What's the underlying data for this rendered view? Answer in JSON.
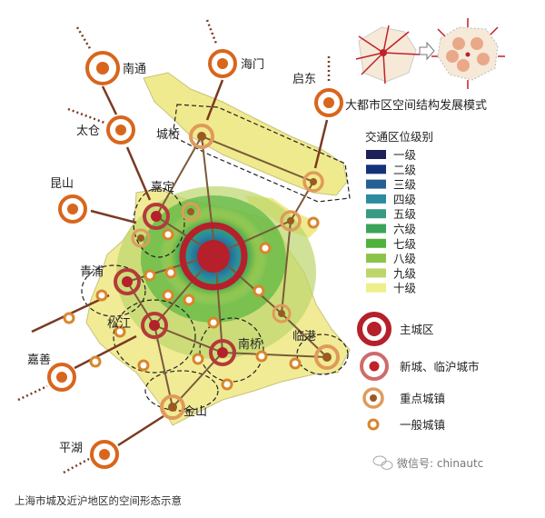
{
  "caption": "上海市城及近沪地区的空间形态示意",
  "inset_title": "大都市区空间结构发展模式",
  "watermark": "微信号: chinautc",
  "cities": {
    "nantong": "南通",
    "haimen": "海门",
    "qidong": "启东",
    "taicang": "太仓",
    "kunshan": "昆山",
    "jiading": "嘉定",
    "qingpu": "青浦",
    "songjiang": "松江",
    "jiashan": "嘉善",
    "pinghu": "平湖",
    "nanqiao": "南桥",
    "jinshan": "金山",
    "lingang": "临港",
    "chengqiao": "城桥"
  },
  "legend_levels": {
    "title": "交通区位级别",
    "items": [
      {
        "label": "一级",
        "color": "#1c2259"
      },
      {
        "label": "二级",
        "color": "#13327a"
      },
      {
        "label": "三级",
        "color": "#255f94"
      },
      {
        "label": "四级",
        "color": "#2a8c9e"
      },
      {
        "label": "五级",
        "color": "#389a85"
      },
      {
        "label": "六级",
        "color": "#3aa55a"
      },
      {
        "label": "七级",
        "color": "#4fb23a"
      },
      {
        "label": "八级",
        "color": "#8cc34a"
      },
      {
        "label": "九级",
        "color": "#bcd66b"
      },
      {
        "label": "十级",
        "color": "#eeee8c"
      }
    ]
  },
  "legend_symbols": [
    {
      "label": "主城区"
    },
    {
      "label": "新城、临沪城市"
    },
    {
      "label": "重点城镇"
    },
    {
      "label": "一般城镇"
    }
  ],
  "colors": {
    "main_red": "#b5202b",
    "orange": "#d8661c",
    "brown": "#7a4528",
    "land": "#f2eb96"
  }
}
